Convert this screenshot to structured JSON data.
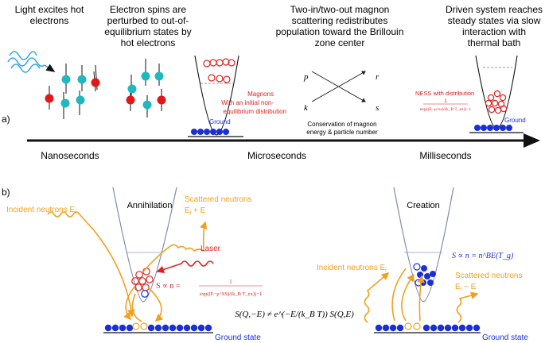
{
  "panel_a": {
    "label": "a)",
    "captions": {
      "c1_l1": "Light excites hot",
      "c1_l2": "electrons",
      "c2_l1": "Electron spins are",
      "c2_l2": "perturbed to out-of-",
      "c2_l3": "equilibrium states by",
      "c2_l4": "hot electrons",
      "c3_l1": "Two-in/two-out magnon",
      "c3_l2": "scattering redistributes",
      "c3_l3": "population toward the Brillouin",
      "c3_l4": "zone center",
      "c4_l1": "Driven system reaches",
      "c4_l2": "steady states via slow",
      "c4_l3": "interaction with",
      "c4_l4": "thermal bath"
    },
    "magnons_note": {
      "l1": "Magnons",
      "l2": "With an initial non-",
      "l3": "equilibrium distribution"
    },
    "ground_label_1": "Ground",
    "ground_label_2": "Ground",
    "scatter": {
      "p": "p⃗",
      "k": "k⃗",
      "r": "r⃗",
      "s": "s⃗",
      "note_l1": "Conservation of magnon",
      "note_l2": "energy & particle number"
    },
    "ness": {
      "l1": "NESS with distribution",
      "num": "1",
      "den": "exp((E−μ^ss)/(k_B T_ex))−1"
    },
    "timeline": {
      "t1": "Nanoseconds",
      "t2": "Microseconds",
      "t3": "Milliseconds"
    }
  },
  "panel_b": {
    "label": "b)",
    "left": {
      "title": "Annihilation",
      "incident": "Incident neutrons E",
      "incident_sub": "i",
      "scattered_l1": "Scattered neutrons",
      "scattered_l2": "E",
      "scattered_l2_sub": "i",
      "scattered_l2_rest": " + E",
      "laser": "Laser",
      "formula_left": "S ∝ n =",
      "formula_num": "1",
      "formula_den": "exp((E−μ^SS)/(k_B T_ex))−1",
      "ground": "Ground state"
    },
    "center_eq": "S(Q,−E) ≠ e^(−E/(k_B T)) S(Q,E)",
    "right": {
      "title": "Creation",
      "formula": "S ∝ n = n^BE(T_g)",
      "incident": "Incident neutrons E",
      "incident_sub": "i",
      "scattered_l1": "Scattered neutrons",
      "scattered_l2": "E",
      "scattered_l2_sub": "i",
      "scattered_l2_rest": " − E",
      "ground": "Ground state"
    }
  },
  "colors": {
    "orange": "#f0a020",
    "red": "#e02020",
    "blue": "#1a2fd8",
    "teal": "#20b8c0",
    "spin_red": "#e01818",
    "bowl": "#7b8bb0",
    "black": "#111111"
  }
}
